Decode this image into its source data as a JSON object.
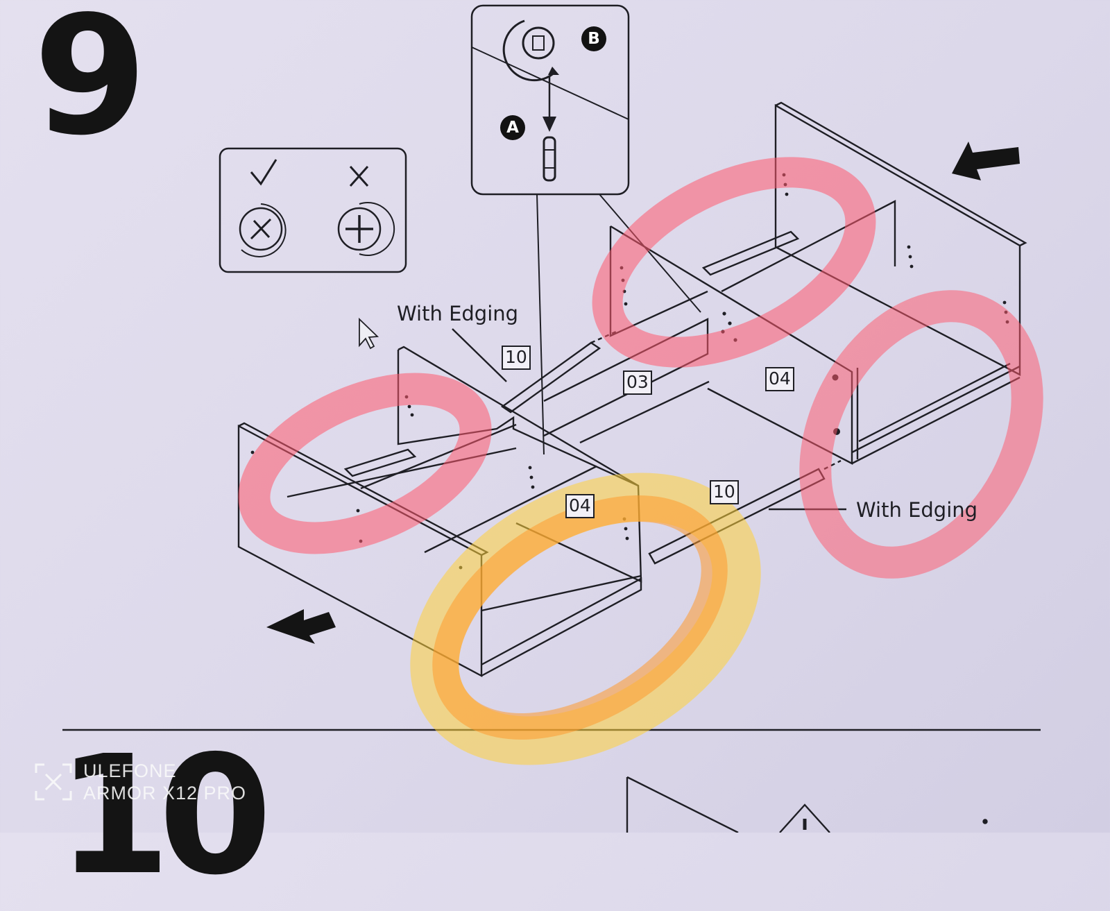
{
  "page": {
    "step_current": "9",
    "step_next": "10"
  },
  "watermark": {
    "brand": "ULEFONE",
    "model": "ARMOR X12 PRO",
    "icon": "focus-frame-icon"
  },
  "callout_detail": {
    "badge_a": "A",
    "badge_b": "B",
    "icon": "cam-lock-icon"
  },
  "screw_guide": {
    "correct_icon": "checkmark-icon",
    "incorrect_icon": "cross-icon"
  },
  "labels": {
    "edging_left": "With Edging",
    "edging_right": "With Edging"
  },
  "parts": {
    "rail_top": "10",
    "center_panel": "03",
    "right_panel": "04",
    "left_panel": "04",
    "rail_bottom": "10"
  },
  "colors": {
    "ink": "#1e1e24",
    "paper": "#dcd8ea",
    "highlight_red": "#ff5a6e",
    "highlight_orange": "#ff9a2e",
    "highlight_yellow": "#ffd23a"
  }
}
